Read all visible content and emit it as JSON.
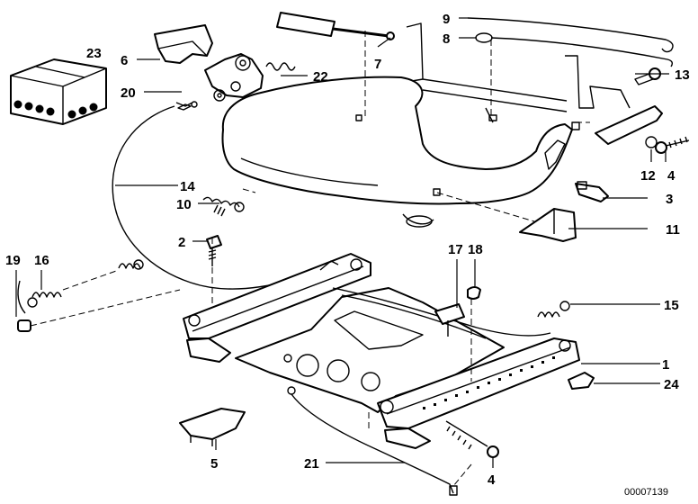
{
  "callouts": {
    "c1": "1",
    "c2": "2",
    "c3": "3",
    "c4a": "4",
    "c4b": "4",
    "c5": "5",
    "c6": "6",
    "c7": "7",
    "c8": "8",
    "c9": "9",
    "c10": "10",
    "c11": "11",
    "c12": "12",
    "c13": "13",
    "c14": "14",
    "c15": "15",
    "c16": "16",
    "c17": "17",
    "c18": "18",
    "c19": "19",
    "c20": "20",
    "c21": "21",
    "c22": "22",
    "c23": "23",
    "c24": "24"
  },
  "catalog_number": "00007139"
}
